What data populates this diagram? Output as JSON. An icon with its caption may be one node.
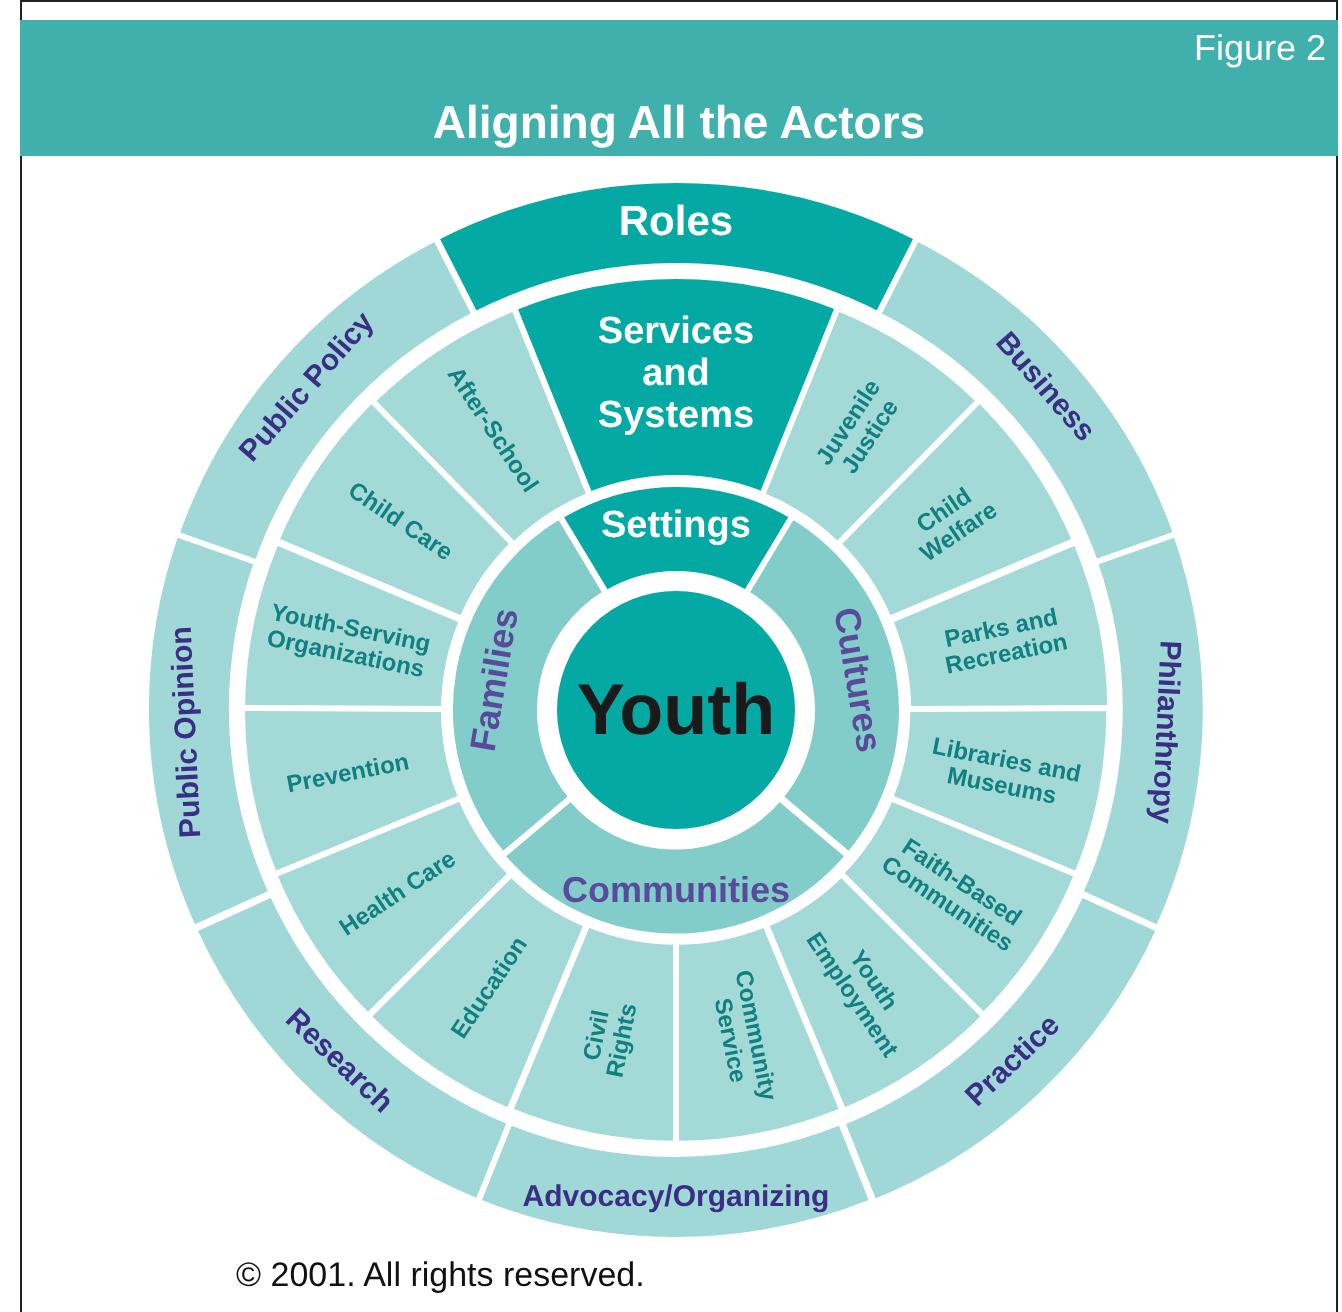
{
  "diagram": {
    "title": "Aligning All the Actors",
    "caption": "© 2001. All rights reserved.",
    "labels": [
      "Figure 2"
    ],
    "nodes": [
      {
        "text": [
          "Roles"
        ]
      },
      {
        "text": [
          "Public Policy"
        ]
      },
      {
        "text": [
          "Business"
        ]
      },
      {
        "text": [
          "Services and Systems"
        ]
      },
      {
        "text": [
          "After-School"
        ]
      },
      {
        "text": [
          "Juvenile Justice"
        ]
      },
      {
        "text": [
          "Settings"
        ]
      },
      {
        "text": [
          "Child Care"
        ]
      },
      {
        "text": [
          "Child Welfare"
        ]
      },
      {
        "text": [
          "Youth-Serving Organizations"
        ]
      },
      {
        "text": [
          "Families"
        ]
      },
      {
        "text": [
          "Youth"
        ]
      },
      {
        "text": [
          "Cultures"
        ]
      },
      {
        "text": [
          "Parks and Recreation"
        ]
      },
      {
        "text": [
          "Public Opinion"
        ]
      },
      {
        "text": [
          "Prevention"
        ]
      },
      {
        "text": [
          "Libraries and Museums"
        ]
      },
      {
        "text": [
          "Philanthropy"
        ]
      },
      {
        "text": [
          "Health Care"
        ]
      },
      {
        "text": [
          "Communities"
        ]
      },
      {
        "text": [
          "Faith-Based Communities"
        ]
      },
      {
        "text": [
          "Education"
        ]
      },
      {
        "text": [
          "Civil Rights"
        ]
      },
      {
        "text": [
          "Community Service"
        ]
      },
      {
        "text": [
          "Youth Employment"
        ]
      },
      {
        "text": [
          "Research"
        ]
      },
      {
        "text": [
          "Practice"
        ]
      },
      {
        "text": [
          "Advocacy/Organizing"
        ]
      }
    ]
  }
}
